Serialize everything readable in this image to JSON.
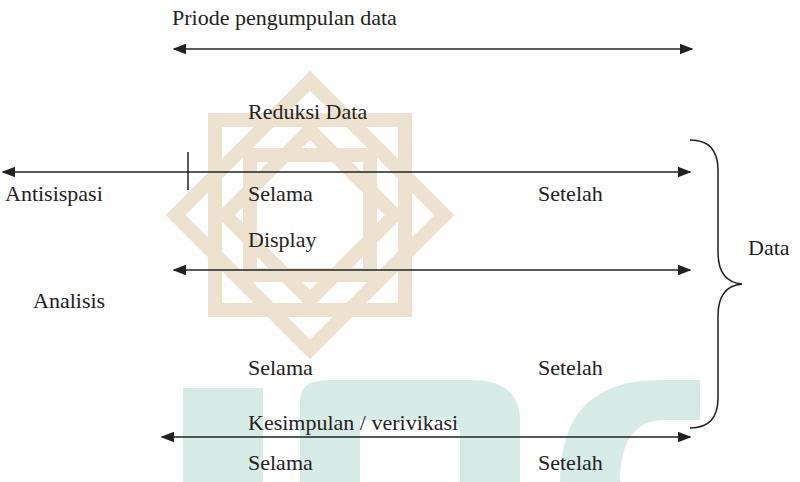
{
  "diagram": {
    "labels": [
      "Priode pengumpulan data",
      "Reduksi Data",
      "Antisispasi",
      "Selama",
      "Setelah",
      "Display",
      "Data",
      "Analisis",
      "Selama",
      "Setelah",
      "Kesimpulan / verivikasi",
      "Selama",
      "Setelah"
    ]
  }
}
